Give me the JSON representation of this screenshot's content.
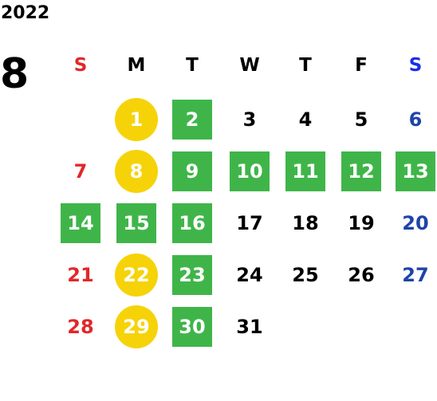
{
  "year": "2022",
  "month": "8",
  "colors": {
    "text": "#000000",
    "sunday": "#e0282a",
    "saturday": "#1f44a8",
    "saturday_header": "#1a2ee6",
    "green_highlight": "#3fb549",
    "yellow_highlight": "#f6d308",
    "highlight_text": "#ffffff"
  },
  "weekdays": [
    {
      "label": "S",
      "color": "sunday"
    },
    {
      "label": "M",
      "color": "text"
    },
    {
      "label": "T",
      "color": "text"
    },
    {
      "label": "W",
      "color": "text"
    },
    {
      "label": "T",
      "color": "text"
    },
    {
      "label": "F",
      "color": "text"
    },
    {
      "label": "S",
      "color": "saturday_header"
    }
  ],
  "days": [
    {
      "day": "1",
      "week": 0,
      "col": 1,
      "style": "yellow"
    },
    {
      "day": "2",
      "week": 0,
      "col": 2,
      "style": "green"
    },
    {
      "day": "3",
      "week": 0,
      "col": 3,
      "style": "plain"
    },
    {
      "day": "4",
      "week": 0,
      "col": 4,
      "style": "plain"
    },
    {
      "day": "5",
      "week": 0,
      "col": 5,
      "style": "plain"
    },
    {
      "day": "6",
      "week": 0,
      "col": 6,
      "style": "plain"
    },
    {
      "day": "7",
      "week": 1,
      "col": 0,
      "style": "plain"
    },
    {
      "day": "8",
      "week": 1,
      "col": 1,
      "style": "yellow"
    },
    {
      "day": "9",
      "week": 1,
      "col": 2,
      "style": "green"
    },
    {
      "day": "10",
      "week": 1,
      "col": 3,
      "style": "green"
    },
    {
      "day": "11",
      "week": 1,
      "col": 4,
      "style": "green"
    },
    {
      "day": "12",
      "week": 1,
      "col": 5,
      "style": "green"
    },
    {
      "day": "13",
      "week": 1,
      "col": 6,
      "style": "green"
    },
    {
      "day": "14",
      "week": 2,
      "col": 0,
      "style": "green"
    },
    {
      "day": "15",
      "week": 2,
      "col": 1,
      "style": "green"
    },
    {
      "day": "16",
      "week": 2,
      "col": 2,
      "style": "green"
    },
    {
      "day": "17",
      "week": 2,
      "col": 3,
      "style": "plain"
    },
    {
      "day": "18",
      "week": 2,
      "col": 4,
      "style": "plain"
    },
    {
      "day": "19",
      "week": 2,
      "col": 5,
      "style": "plain"
    },
    {
      "day": "20",
      "week": 2,
      "col": 6,
      "style": "plain"
    },
    {
      "day": "21",
      "week": 3,
      "col": 0,
      "style": "plain"
    },
    {
      "day": "22",
      "week": 3,
      "col": 1,
      "style": "yellow"
    },
    {
      "day": "23",
      "week": 3,
      "col": 2,
      "style": "green"
    },
    {
      "day": "24",
      "week": 3,
      "col": 3,
      "style": "plain"
    },
    {
      "day": "25",
      "week": 3,
      "col": 4,
      "style": "plain"
    },
    {
      "day": "26",
      "week": 3,
      "col": 5,
      "style": "plain"
    },
    {
      "day": "27",
      "week": 3,
      "col": 6,
      "style": "plain"
    },
    {
      "day": "28",
      "week": 4,
      "col": 0,
      "style": "plain"
    },
    {
      "day": "29",
      "week": 4,
      "col": 1,
      "style": "yellow"
    },
    {
      "day": "30",
      "week": 4,
      "col": 2,
      "style": "green"
    },
    {
      "day": "31",
      "week": 4,
      "col": 3,
      "style": "plain"
    }
  ]
}
